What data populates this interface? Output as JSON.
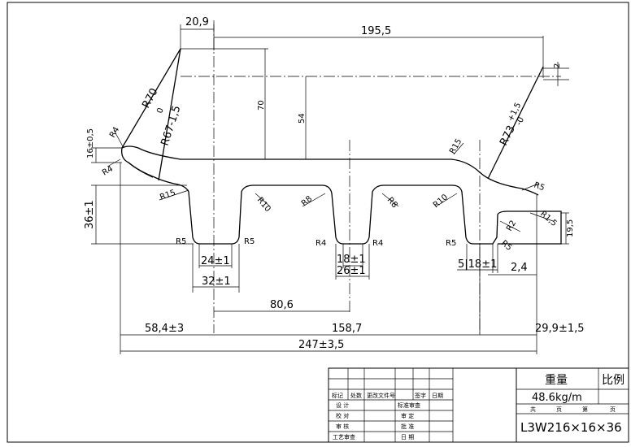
{
  "drawing": {
    "dimensions": {
      "top_width": "20,9",
      "span_top": "195,5",
      "offset_right": "2",
      "height_70": "70",
      "height_54": "54",
      "flange_thick": "16±0,5",
      "total_height": "36±1",
      "right_height": "19,5",
      "r70": "R70",
      "r67": "R67-1,5",
      "r67_sup": "0",
      "r73": "R73",
      "r73_tol": "+1,5",
      "r73_tol2": "-0",
      "w24": "24±1",
      "w32": "32±1",
      "w18": "18±1",
      "w26": "26±1",
      "w5_18": "5|18±1",
      "w2_4": "2,4",
      "d80_6": "80,6",
      "d58_4": "58,4±3",
      "d158_7": "158,7",
      "d29_9": "29,9±1,5",
      "d247": "247±3,5"
    },
    "radii": {
      "r4a": "R4",
      "r4b": "R4",
      "r15a": "R15",
      "r15b": "R15",
      "r10a": "R10",
      "r10b": "R10",
      "r8a": "R8",
      "r8b": "R8",
      "r5a": "R5",
      "r5b": "R5",
      "r5c": "R5",
      "r5d": "R5",
      "r5e": "R5",
      "r4c": "R4",
      "r4d": "R4",
      "r1_5": "R1,5",
      "r2": "R2"
    }
  },
  "title_block": {
    "weight_label": "重量",
    "scale_label": "比例",
    "weight_value": "48.6kg/m",
    "sheet_total": "共",
    "sheet_unit": "页",
    "sheet_no": "第",
    "sheet_unit2": "页",
    "model": "L3W216×16×36",
    "revision_headers": [
      "标记",
      "处数",
      "更改文件号",
      "签字",
      "日期"
    ],
    "roles_left": [
      "设 计",
      "校 对",
      "审 核",
      "工艺审查"
    ],
    "roles_right": [
      "标准审查",
      "审 定",
      "批 准",
      "日 期"
    ]
  }
}
